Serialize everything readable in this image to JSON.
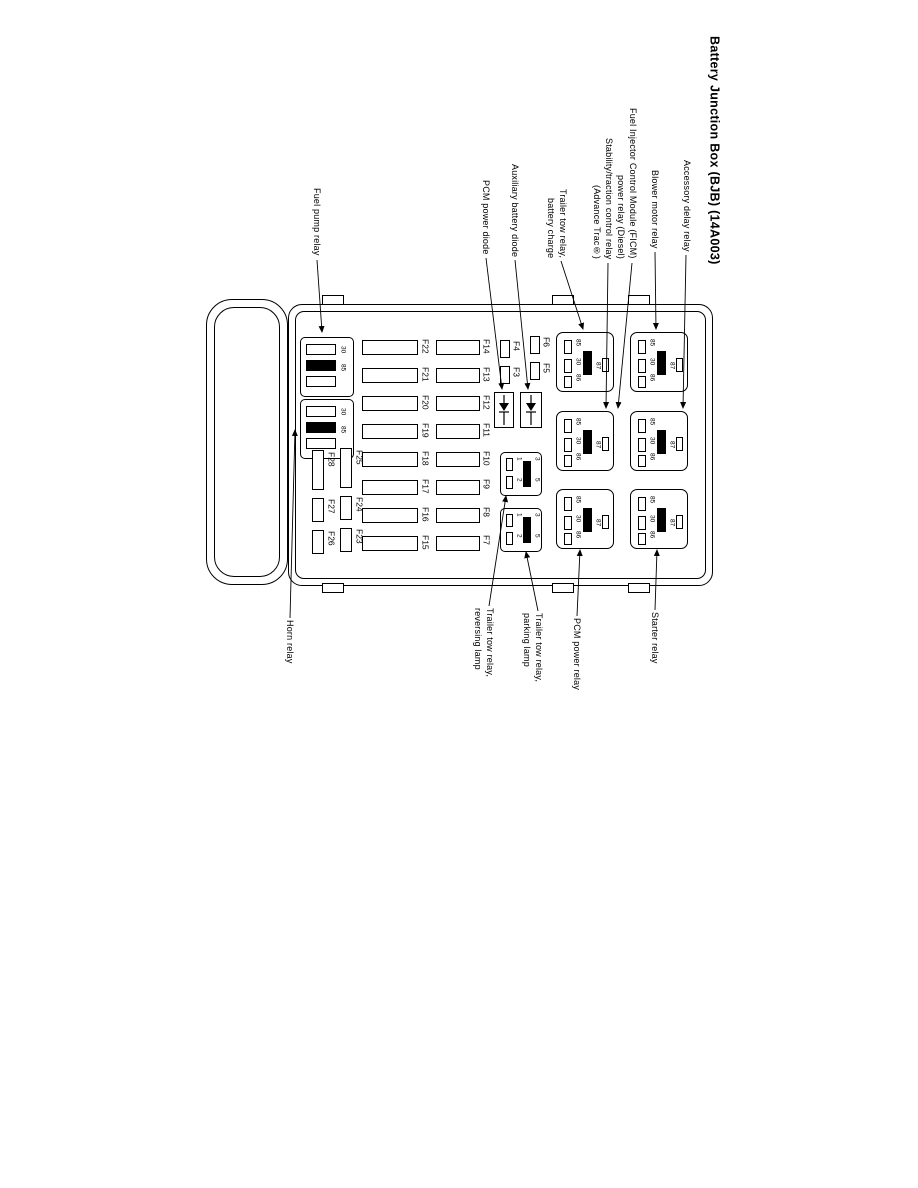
{
  "title": "Battery Junction Box (BJB) (14A003)",
  "callouts": {
    "fuel_pump_relay": "Fuel pump relay",
    "pcm_power_diode": "PCM power diode",
    "auxiliary_battery_diode": "Auxiliary battery diode",
    "trailer_tow_relay_battery_charge": {
      "line1": "Trailer tow relay,",
      "line2": "battery charge"
    },
    "stability_traction_control_relay": {
      "line1": "Stability/traction control relay",
      "line2": "(Advance Trac®)"
    },
    "ficm_power_relay": {
      "line1": "Fuel Injector Control Module (FICM)",
      "line2": "power relay (Diesel)"
    },
    "blower_motor_relay": "Blower motor relay",
    "accessory_delay_relay": "Accessory delay relay",
    "horn_relay": "Horn relay",
    "trailer_tow_relay_reversing_lamp": {
      "line1": "Trailer tow relay,",
      "line2": "reversing lamp"
    },
    "trailer_tow_relay_parking_lamp": {
      "line1": "Trailer tow relay,",
      "line2": "parking lamp"
    },
    "pcm_power_relay": "PCM power relay",
    "starter_relay": "Starter relay"
  },
  "fuses": {
    "column1": [
      "F22",
      "F21",
      "F20",
      "F19",
      "F18",
      "F17",
      "F16",
      "F15"
    ],
    "column2": [
      "F14",
      "F13",
      "F12",
      "F11",
      "F10",
      "F9",
      "F8",
      "F7"
    ],
    "small": [
      "F4",
      "F3",
      "F6",
      "F5"
    ],
    "left": [
      "F28",
      "F25",
      "F27",
      "F24",
      "F26",
      "F23"
    ]
  },
  "relay_pins": {
    "p85": "85",
    "p30": "30",
    "p86": "86",
    "p87": "87"
  },
  "mini_relay_pins": {
    "p30": "30",
    "p85": "85"
  },
  "mini_block_pins": {
    "p1": "1",
    "p2": "2",
    "p3": "3",
    "p5": "5"
  },
  "colors": {
    "line": "#000000",
    "background": "#ffffff"
  }
}
